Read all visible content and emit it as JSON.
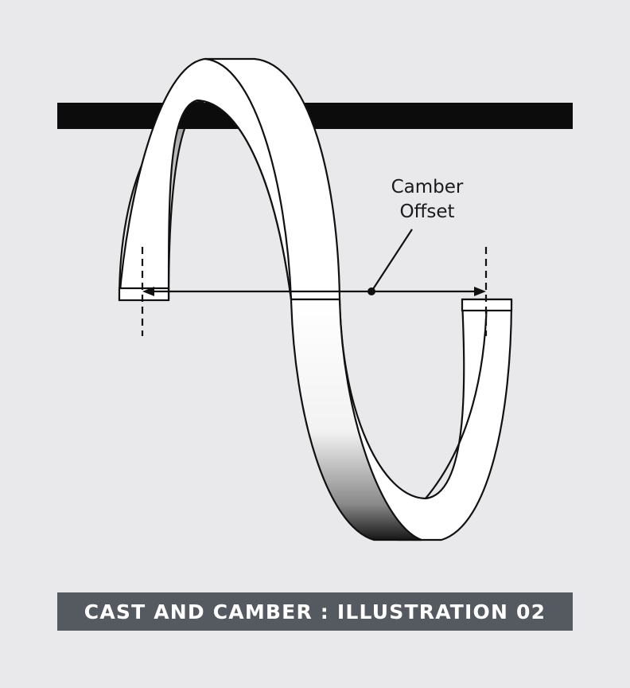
{
  "annotation": {
    "line1": "Camber",
    "line2": "Offset"
  },
  "caption": "CAST AND CAMBER : ILLUSTRATION 02",
  "colors": {
    "background": "#e9e9eb",
    "caption_bar": "#555a60",
    "caption_text": "#ffffff",
    "stroke": "#111111",
    "bar": "#0c0c0c"
  }
}
